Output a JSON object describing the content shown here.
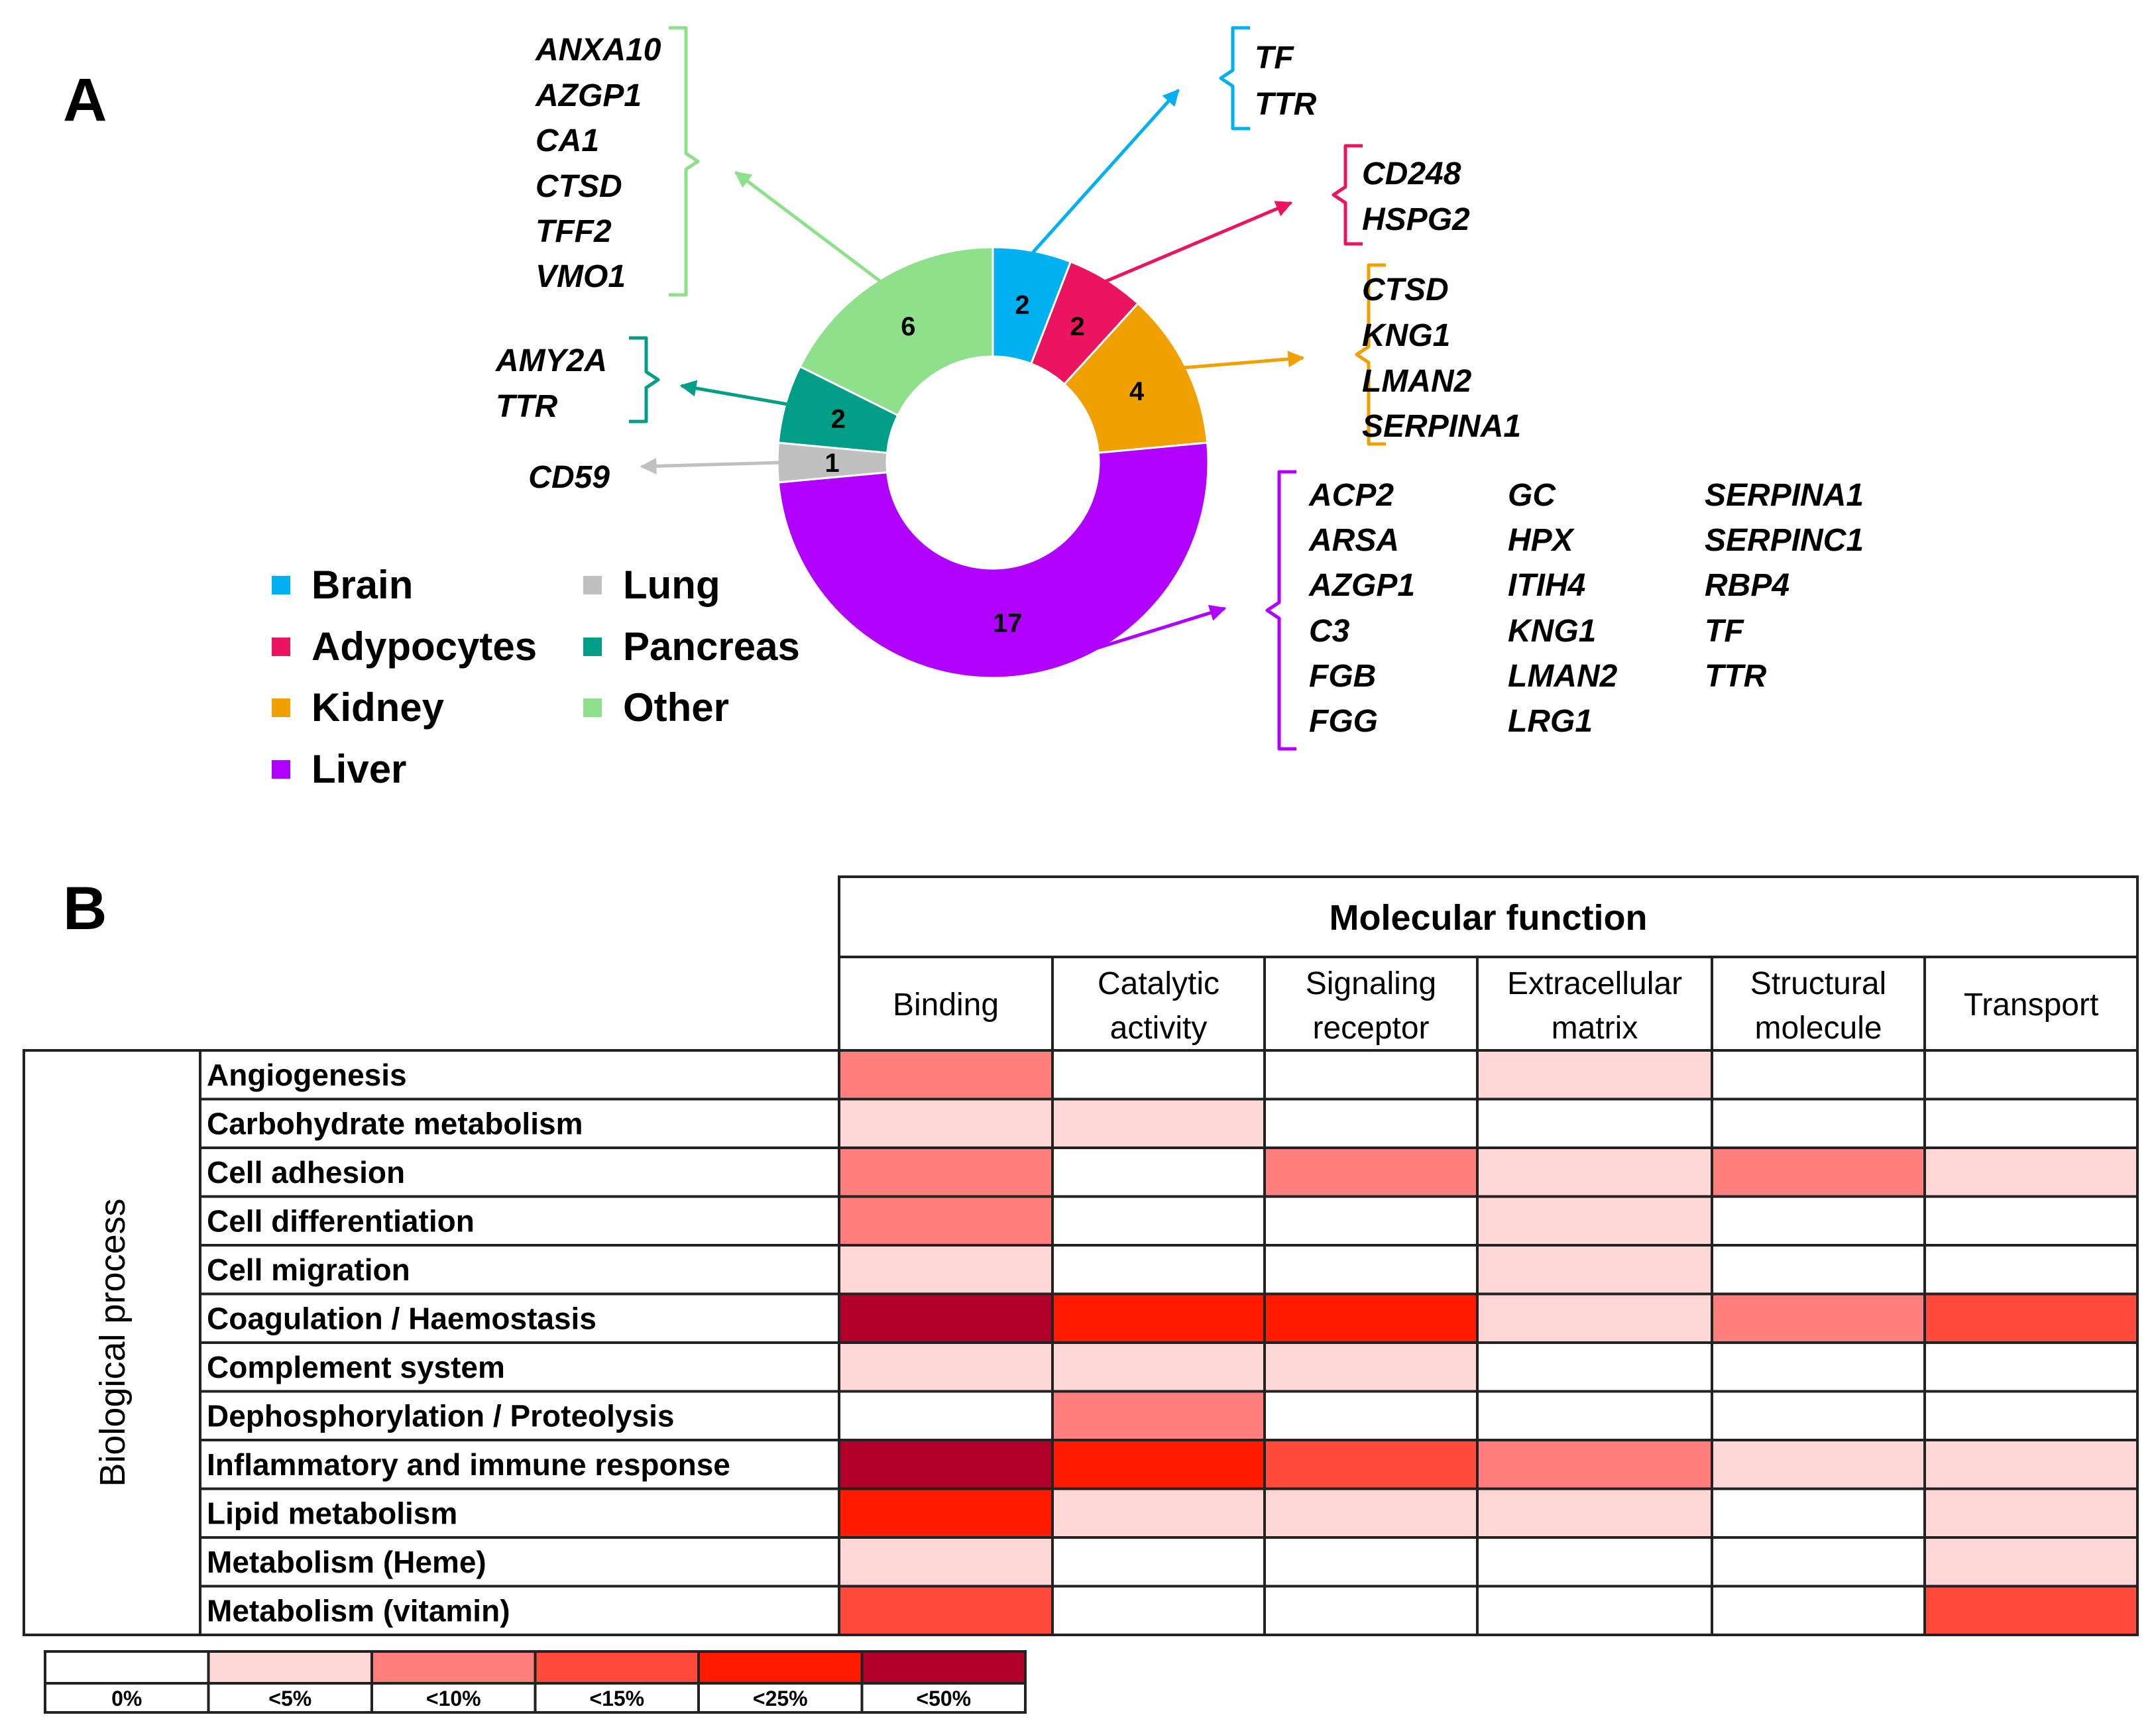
{
  "panels": {
    "a": "A",
    "b": "B"
  },
  "chart_data": [
    {
      "type": "pie",
      "style": "donut",
      "categories": [
        "Brain",
        "Adypocytes",
        "Kidney",
        "Liver",
        "Lung",
        "Pancreas",
        "Other"
      ],
      "values": [
        2,
        2,
        4,
        17,
        1,
        2,
        6
      ],
      "colors": [
        "#00b0f0",
        "#ea1460",
        "#f0a000",
        "#b000ff",
        "#c0c0c0",
        "#009e86",
        "#8ee08a"
      ],
      "legend": {
        "placement": "bottom-left",
        "entries": [
          "Brain",
          "Adypocytes",
          "Kidney",
          "Liver",
          "Lung",
          "Pancreas",
          "Other"
        ]
      },
      "annotations": [
        {
          "category": "Brain",
          "genes": [
            "TF",
            "TTR"
          ]
        },
        {
          "category": "Adypocytes",
          "genes": [
            "CD248",
            "HSPG2"
          ]
        },
        {
          "category": "Kidney",
          "genes": [
            "CTSD",
            "KNG1",
            "LMAN2",
            "SERPINA1"
          ]
        },
        {
          "category": "Liver",
          "genes": [
            "ACP2",
            "ARSA",
            "AZGP1",
            "C3",
            "FGB",
            "FGG",
            "GC",
            "HPX",
            "ITIH4",
            "KNG1",
            "LMAN2",
            "LRG1",
            "SERPINA1",
            "SERPINC1",
            "RBP4",
            "TF",
            "TTR"
          ]
        },
        {
          "category": "Lung",
          "genes": [
            "CD59"
          ]
        },
        {
          "category": "Pancreas",
          "genes": [
            "AMY2A",
            "TTR"
          ]
        },
        {
          "category": "Other",
          "genes": [
            "ANXA10",
            "AZGP1",
            "CA1",
            "CTSD",
            "TFF2",
            "VMO1"
          ]
        }
      ]
    },
    {
      "type": "heatmap",
      "title": "Molecular function",
      "ylabel": "Biological process",
      "columns": [
        [
          "Binding"
        ],
        [
          "Catalytic",
          "activity"
        ],
        [
          "Signaling",
          "receptor"
        ],
        [
          "Extracellular",
          "matrix"
        ],
        [
          "Structural",
          "molecule"
        ],
        [
          "Transport"
        ]
      ],
      "rows": [
        "Angiogenesis",
        "Carbohydrate metabolism",
        "Cell adhesion",
        "Cell differentiation",
        "Cell migration",
        "Coagulation / Haemostasis",
        "Complement system",
        "Dephosphorylation / Proteolysis",
        "Inflammatory and immune response",
        "Lipid metabolism",
        "Metabolism (Heme)",
        "Metabolism (vitamin)"
      ],
      "level_labels": [
        "0%",
        "<5%",
        "<10%",
        "<15%",
        "<25%",
        "<50%"
      ],
      "level_colors": [
        "#ffffff",
        "#ffd7d7",
        "#ff7f7f",
        "#ff4a3c",
        "#ff1a00",
        "#b3002a"
      ],
      "levels": [
        [
          2,
          0,
          0,
          1,
          0,
          0
        ],
        [
          1,
          1,
          0,
          0,
          0,
          0
        ],
        [
          2,
          0,
          2,
          1,
          2,
          1
        ],
        [
          2,
          0,
          0,
          1,
          0,
          0
        ],
        [
          1,
          0,
          0,
          1,
          0,
          0
        ],
        [
          5,
          4,
          4,
          1,
          2,
          3
        ],
        [
          1,
          1,
          1,
          0,
          0,
          0
        ],
        [
          0,
          2,
          0,
          0,
          0,
          0
        ],
        [
          5,
          4,
          3,
          2,
          1,
          1
        ],
        [
          4,
          1,
          1,
          1,
          0,
          1
        ],
        [
          1,
          0,
          0,
          0,
          0,
          1
        ],
        [
          3,
          0,
          0,
          0,
          0,
          3
        ]
      ]
    }
  ]
}
